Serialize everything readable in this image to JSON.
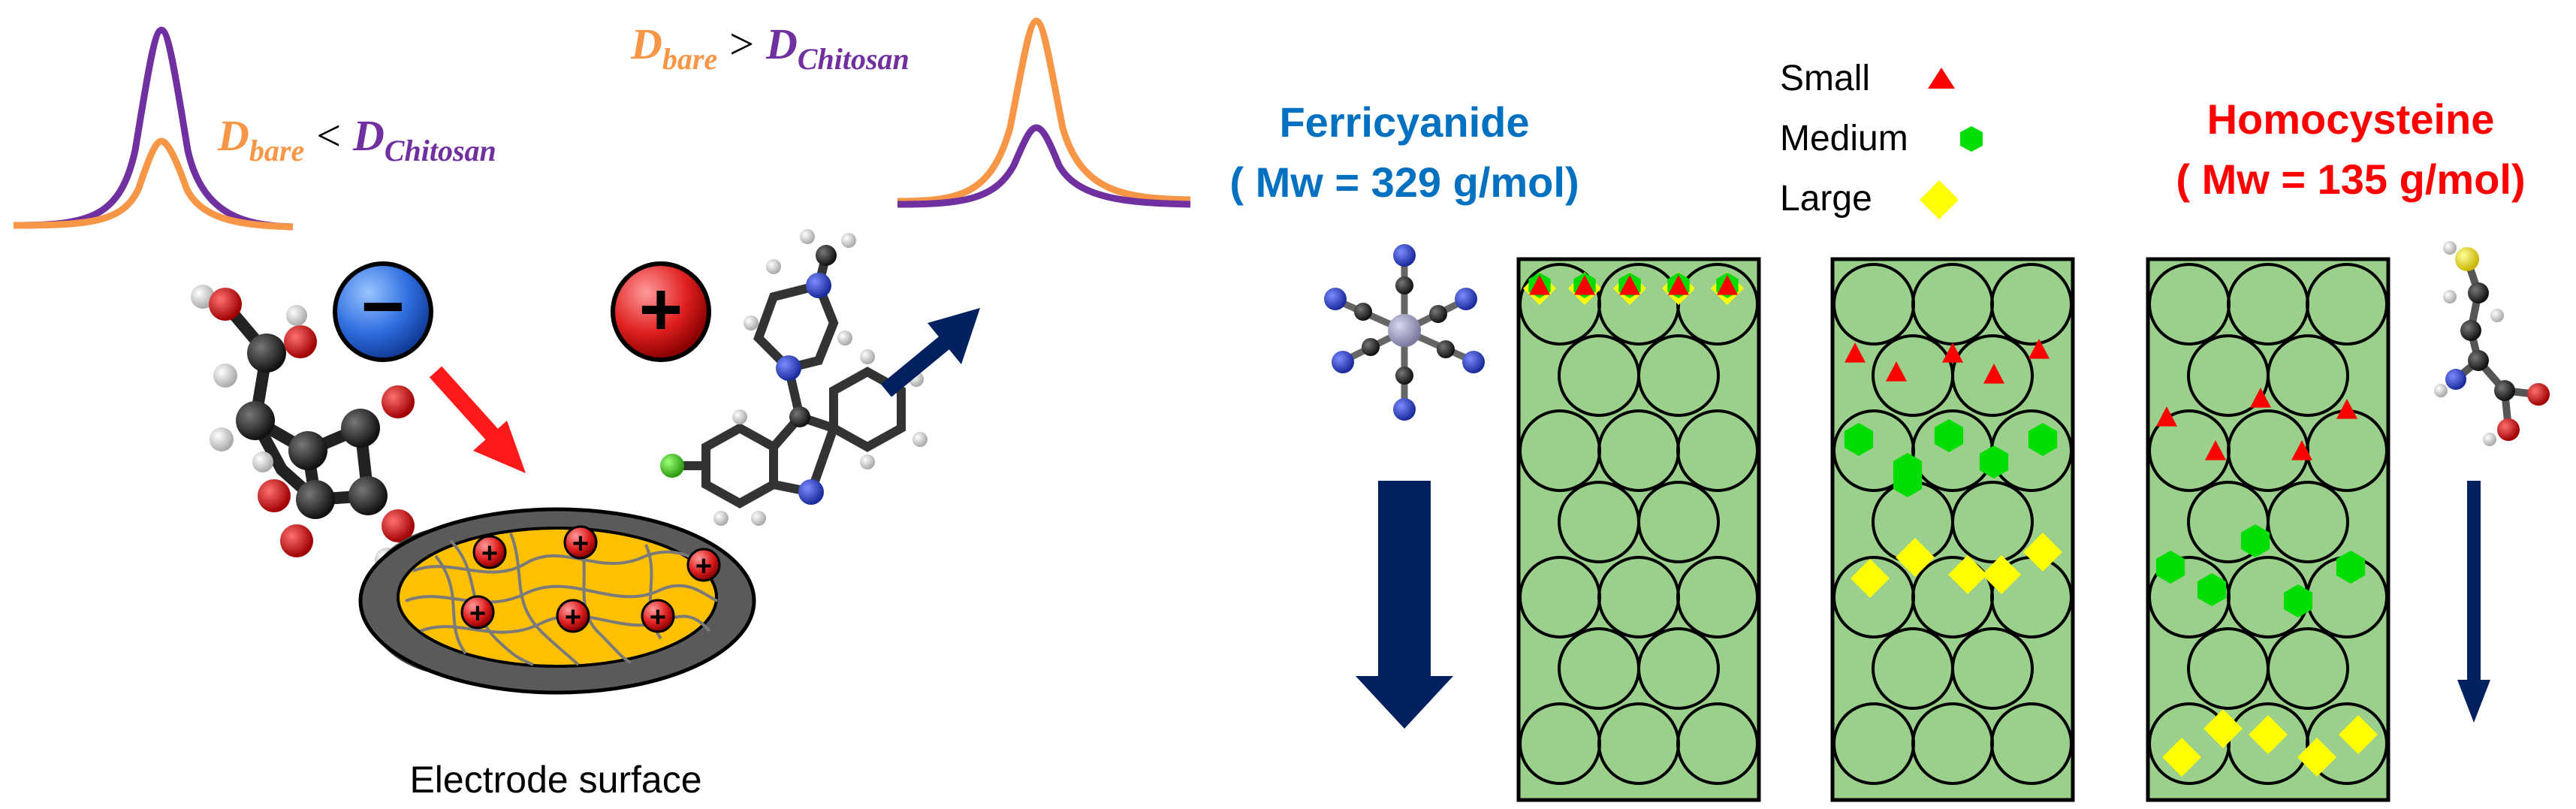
{
  "left_panel": {
    "eq1": {
      "left_sym": "D",
      "left_sub": "bare",
      "op": "<",
      "right_sym": "D",
      "right_sub": "Chitosan"
    },
    "eq2": {
      "left_sym": "D",
      "left_sub": "bare",
      "op": ">",
      "right_sym": "D",
      "right_sub": "Chitosan"
    },
    "electrode_label": "Electrode surface",
    "anion_symbol": "−",
    "cation_symbol": "+"
  },
  "right_panel": {
    "ferricyanide": {
      "name": "Ferricyanide",
      "mw": "( Mw = 329 g/mol)"
    },
    "homocysteine": {
      "name": "Homocysteine",
      "mw": "( Mw = 135 g/mol)"
    },
    "legend": [
      {
        "label": "Small",
        "shape": "triangle",
        "color": "#ff0000"
      },
      {
        "label": "Medium",
        "shape": "hexagon",
        "color": "#00dd00"
      },
      {
        "label": "Large",
        "shape": "diamond",
        "color": "#ffff00"
      }
    ]
  },
  "colors": {
    "orange": "#f79646",
    "purple": "#7030a0",
    "blue_text": "#0070c0",
    "red_text": "#ff0000",
    "navy_arrow": "#002060",
    "bead_fill": "#9bd08c",
    "gold": "#ffc000"
  }
}
